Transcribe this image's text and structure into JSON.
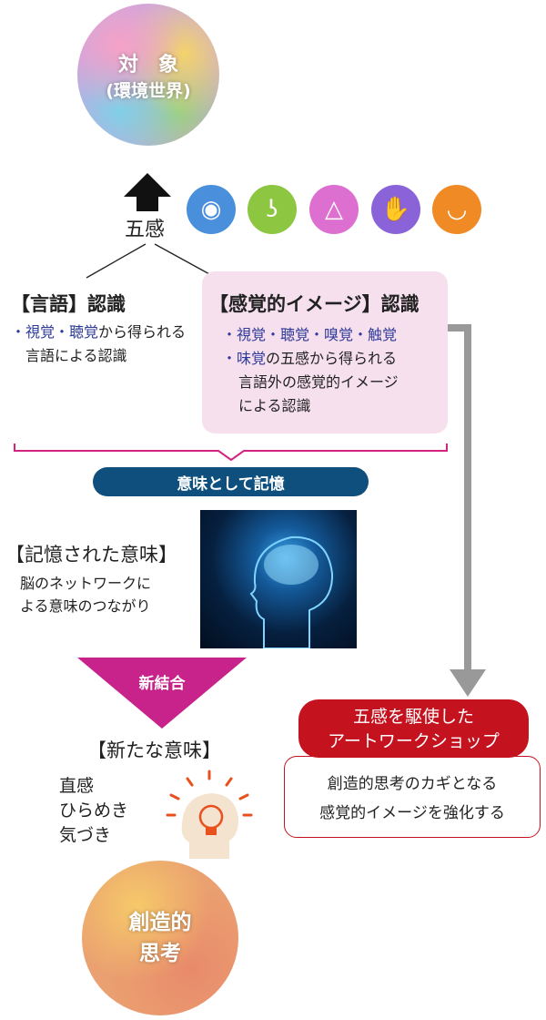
{
  "object_circle": {
    "title": "対　象",
    "subtitle": "(環境世界)"
  },
  "five_senses_label": "五感",
  "sense_icons": [
    {
      "name": "eye-icon",
      "color": "#4a8fdc",
      "glyph": "👁"
    },
    {
      "name": "ear-icon",
      "color": "#8dc641",
      "glyph": "◠"
    },
    {
      "name": "nose-icon",
      "color": "#dd6fd0",
      "glyph": "△"
    },
    {
      "name": "hand-icon",
      "color": "#8a63d8",
      "glyph": "✋"
    },
    {
      "name": "mouth-icon",
      "color": "#f08a24",
      "glyph": "◡"
    }
  ],
  "language": {
    "heading": "【言語】認識",
    "line1_blue": "・視覚・聴覚",
    "line1_rest": "から得られる",
    "line2": "言語による認識"
  },
  "sensory": {
    "heading": "【感覚的イメージ】認識",
    "line1_blue": "・視覚・聴覚・嗅覚・触覚",
    "line2_blue": "・味覚",
    "line2_rest": "の五感から得られる",
    "line3": "言語外の感覚的イメージ",
    "line4": "による認識"
  },
  "memory_pill": "意味として記憶",
  "remembered": {
    "heading": "【記憶された意味】",
    "line1": "脳のネットワークに",
    "line2": "よる意味のつながり"
  },
  "recombine": "新結合",
  "new_meaning": {
    "heading": "【新たな意味】",
    "items": [
      "直感",
      "ひらめき",
      "気づき"
    ]
  },
  "creative_circle": {
    "line1": "創造的",
    "line2": "思考"
  },
  "workshop": {
    "title1": "五感を駆使した",
    "title2": "アートワークショップ",
    "desc1": "創造的思考のカギとなる",
    "desc2": "感覚的イメージを強化する"
  },
  "colors": {
    "magenta": "#d4237e",
    "navy": "#0e4f7e",
    "red": "#c4121e",
    "pink_box": "#f6e0ee",
    "gray_arrow": "#999999"
  }
}
